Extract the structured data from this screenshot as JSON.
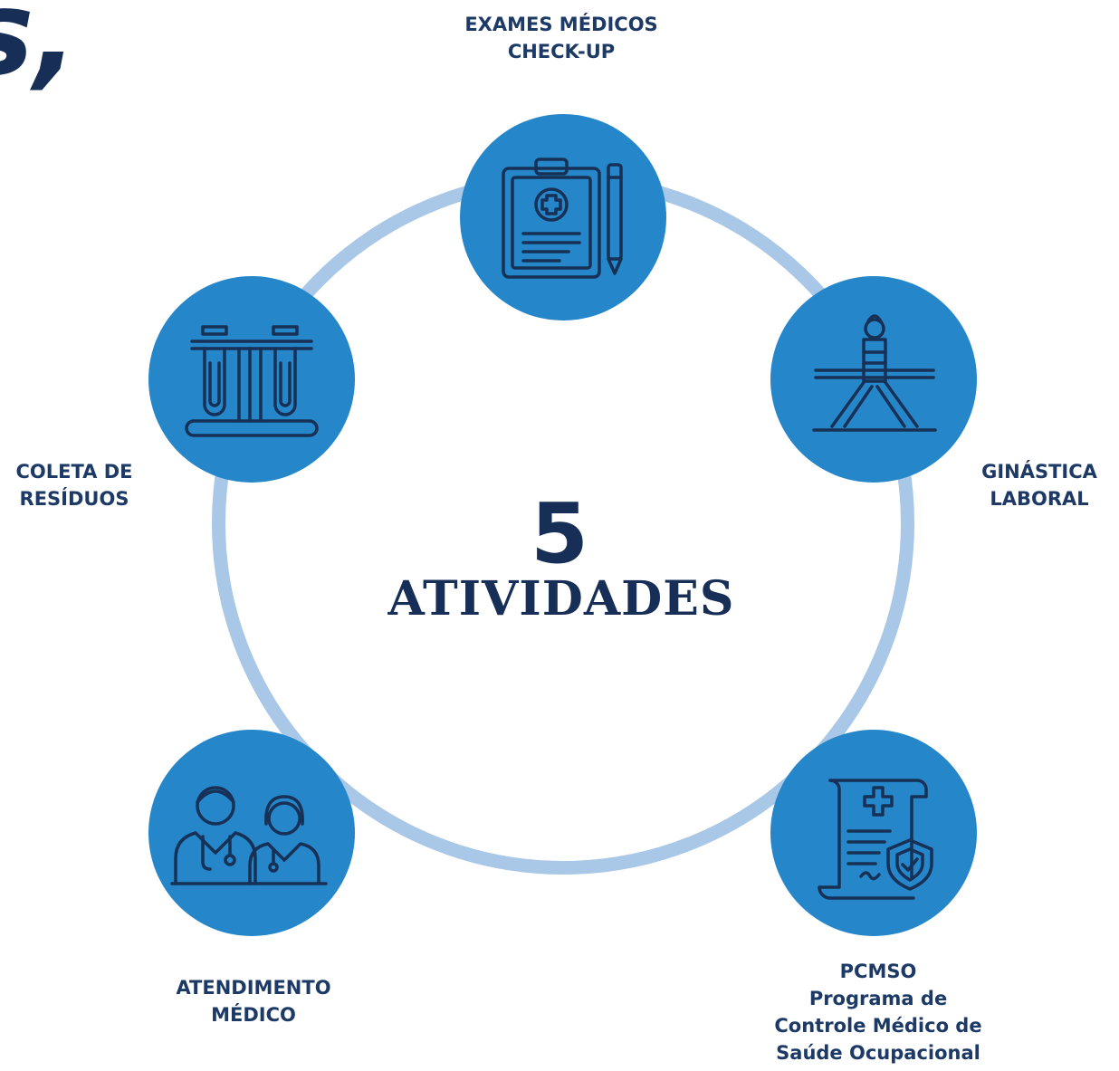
{
  "heading_fragment": "s,",
  "center": {
    "number": "5",
    "word": "ATIVIDADES"
  },
  "activities": [
    {
      "lines": [
        "EXAMES MÉDICOS",
        "CHECK-UP"
      ],
      "icon": "clipboard-medical-icon"
    },
    {
      "lines": [
        "GINÁSTICA",
        "LABORAL"
      ],
      "icon": "stretching-person-icon"
    },
    {
      "lines": [
        "PCMSO",
        "Programa de",
        "Controle Médico de",
        "Saúde Ocupacional"
      ],
      "icon": "medical-document-shield-icon"
    },
    {
      "lines": [
        "ATENDIMENTO",
        "MÉDICO"
      ],
      "icon": "doctors-icon"
    },
    {
      "lines": [
        "COLETA DE",
        "RESÍDUOS"
      ],
      "icon": "test-tubes-icon"
    }
  ],
  "colors": {
    "node_fill": "#2587c9",
    "ring": "#a9c7e7",
    "text_dark": "#172f57",
    "label_text": "#1d3a66"
  }
}
